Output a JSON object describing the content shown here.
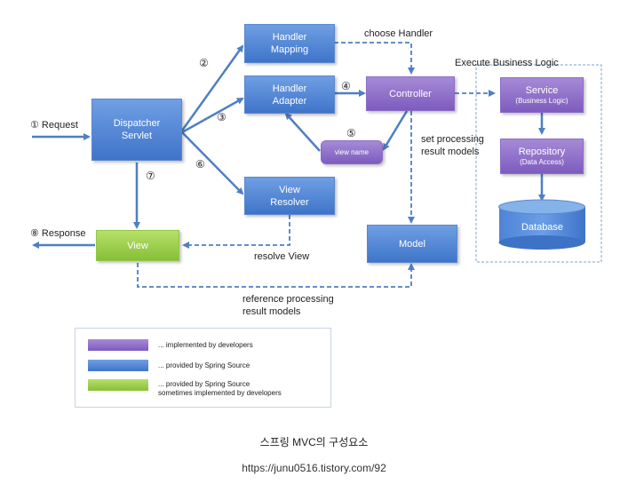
{
  "boxes": {
    "dispatcher": "Dispatcher\nServlet",
    "handler_mapping": "Handler\nMapping",
    "handler_adapter": "Handler\nAdapter",
    "controller": "Controller",
    "view_name": "view name",
    "view_resolver": "View\nResolver",
    "view": "View",
    "model": "Model",
    "service": "Service",
    "service_sub": "(Business Logic)",
    "repository": "Repository",
    "repository_sub": "(Data Access)",
    "database": "Database"
  },
  "labels": {
    "request": "① Request",
    "response": "⑧ Response",
    "choose_handler": "choose Handler",
    "execute_business_logic": "Execute Business Logic",
    "set_processing": "set processing\nresult models",
    "resolve_view": "resolve View",
    "reference_processing": "reference processing\nresult models"
  },
  "step_numbers": {
    "s2": "②",
    "s3": "③",
    "s4": "④",
    "s5": "⑤",
    "s6": "⑥",
    "s7": "⑦"
  },
  "legend": [
    {
      "color": "#8e6fcb",
      "text": "... implemented by developers"
    },
    {
      "color": "#4a7fd0",
      "text": "... provided by Spring Source"
    },
    {
      "color": "#9fd24c",
      "text": "... provided by Spring Source\nsometimes implemented by developers"
    }
  ],
  "caption": "스프링 MVC의 구성요소",
  "source_url": "https://junu0516.tistory.com/92",
  "colors": {
    "arrow": "#4f7fc4",
    "dashed_arrow": "#4f7fc4",
    "group_border": "#7ea1d0"
  }
}
